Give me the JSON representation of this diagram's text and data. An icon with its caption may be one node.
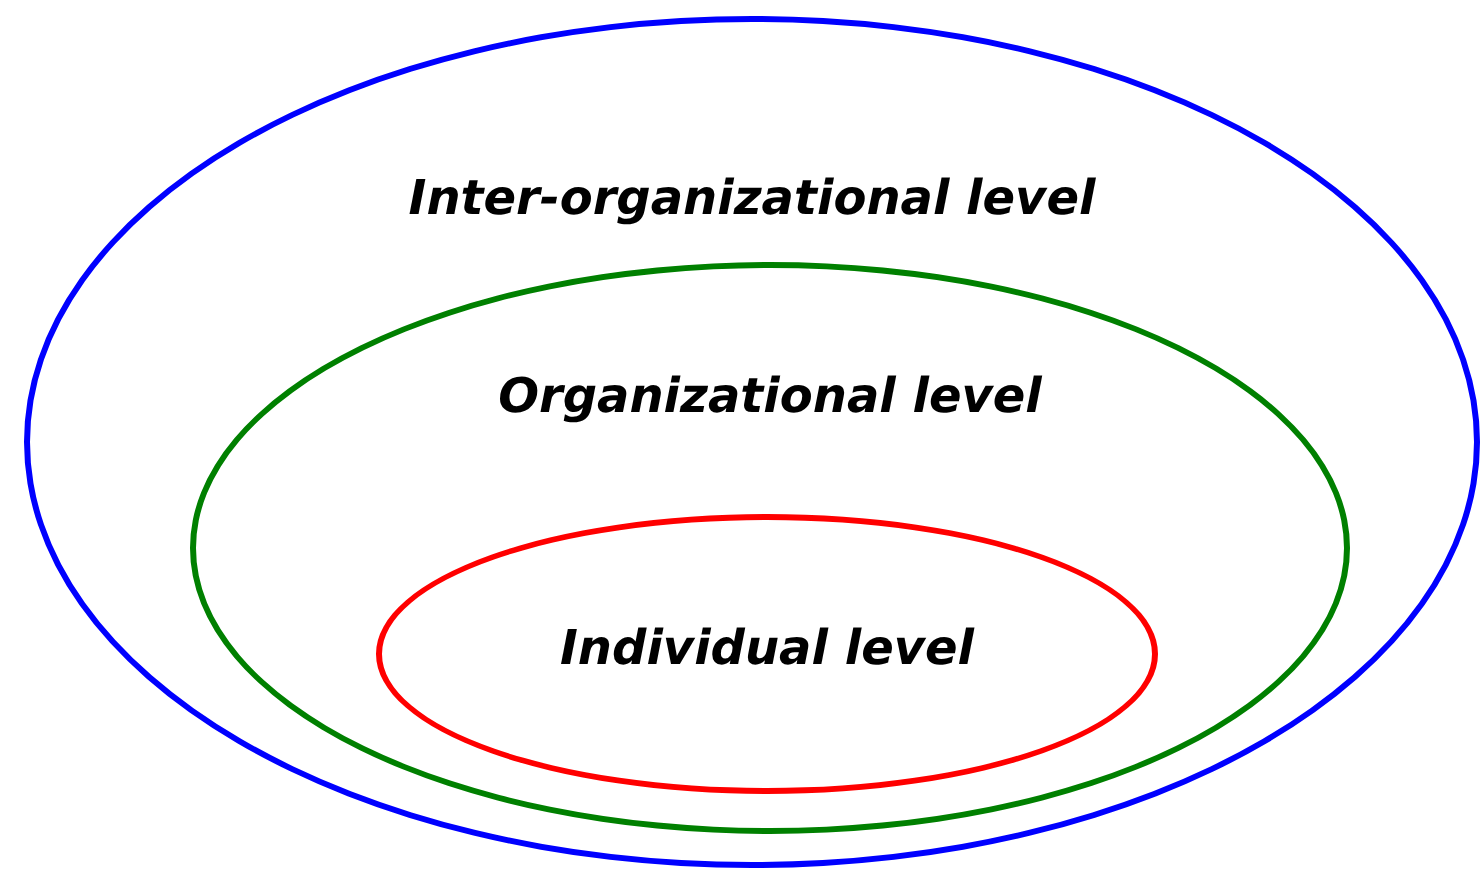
{
  "diagram": {
    "nodes": [
      {
        "text": [
          "Inter-organizational level"
        ]
      },
      {
        "text": [
          "Organizational level"
        ],
        "in": 0
      },
      {
        "text": [
          "Individual level"
        ],
        "in": 1
      }
    ]
  }
}
